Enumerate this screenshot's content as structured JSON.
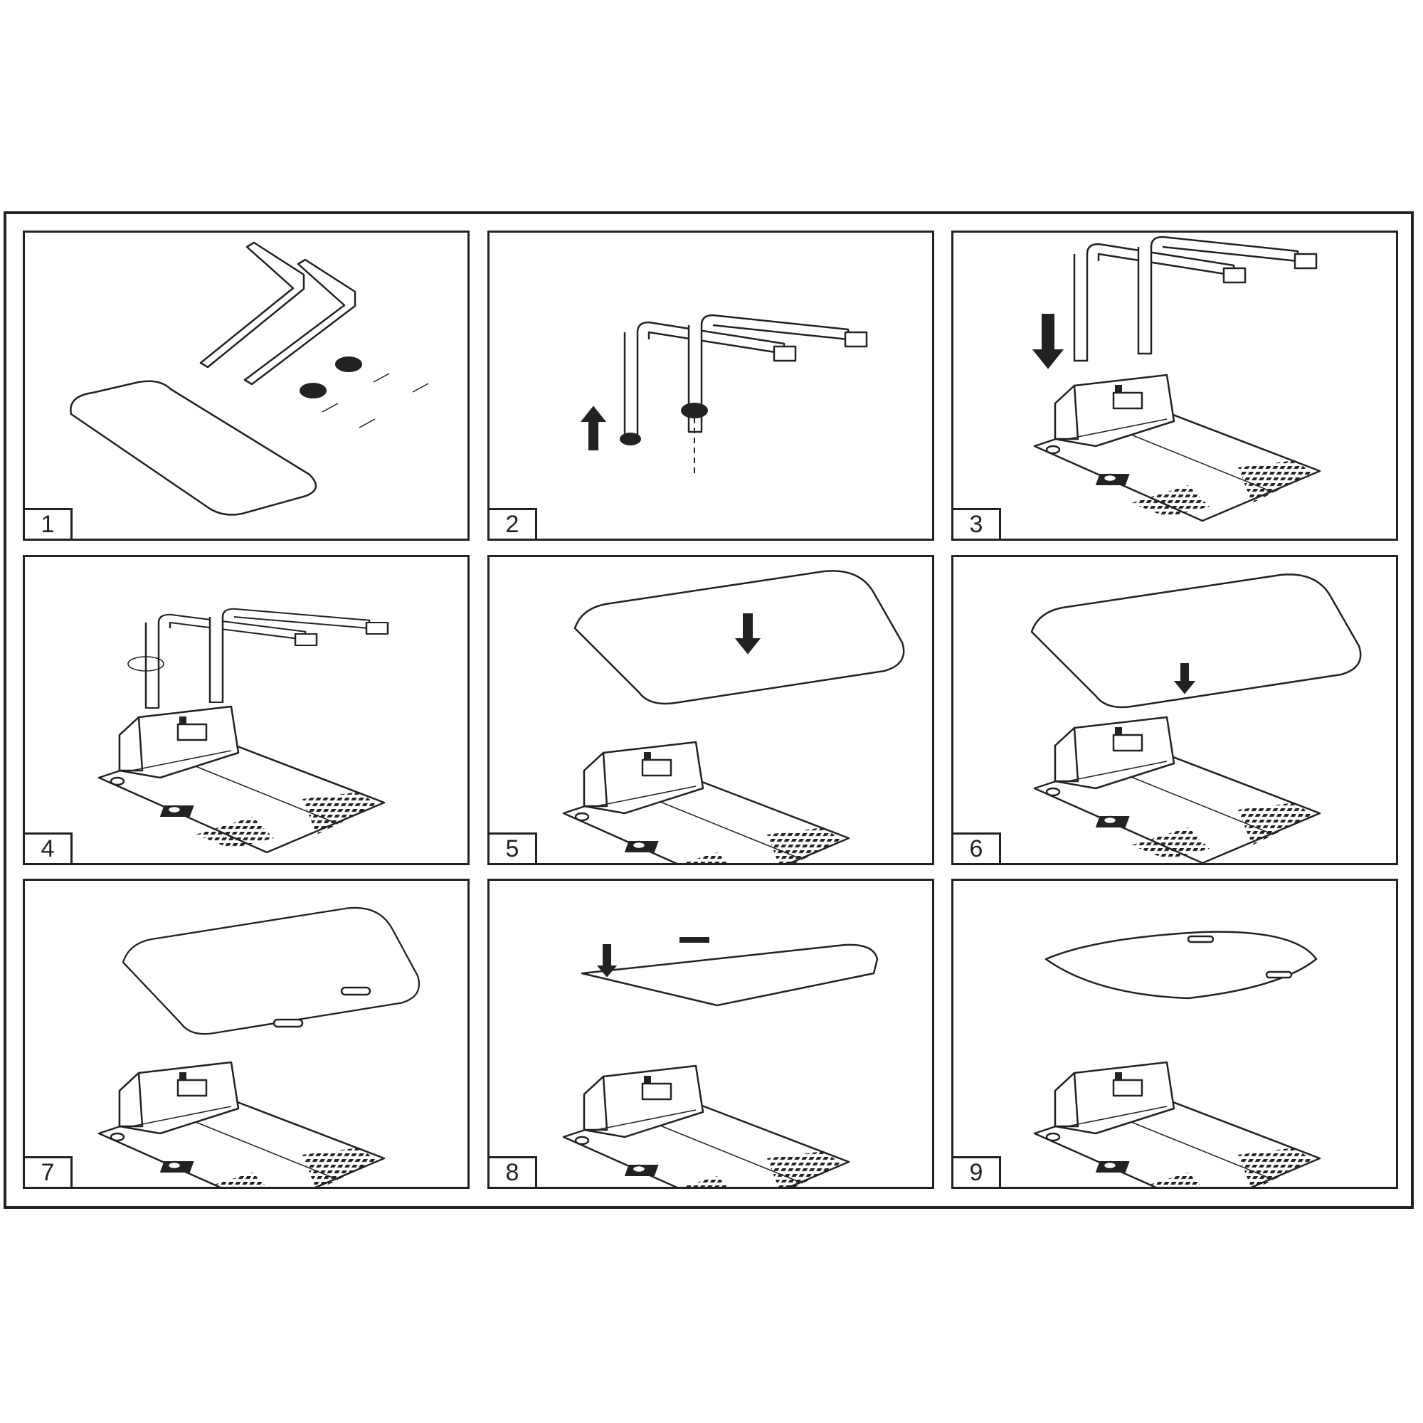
{
  "steps": [
    {
      "number": "1"
    },
    {
      "number": "2"
    },
    {
      "number": "3"
    },
    {
      "number": "4"
    },
    {
      "number": "5"
    },
    {
      "number": "6"
    },
    {
      "number": "7"
    },
    {
      "number": "8"
    },
    {
      "number": "9"
    }
  ]
}
